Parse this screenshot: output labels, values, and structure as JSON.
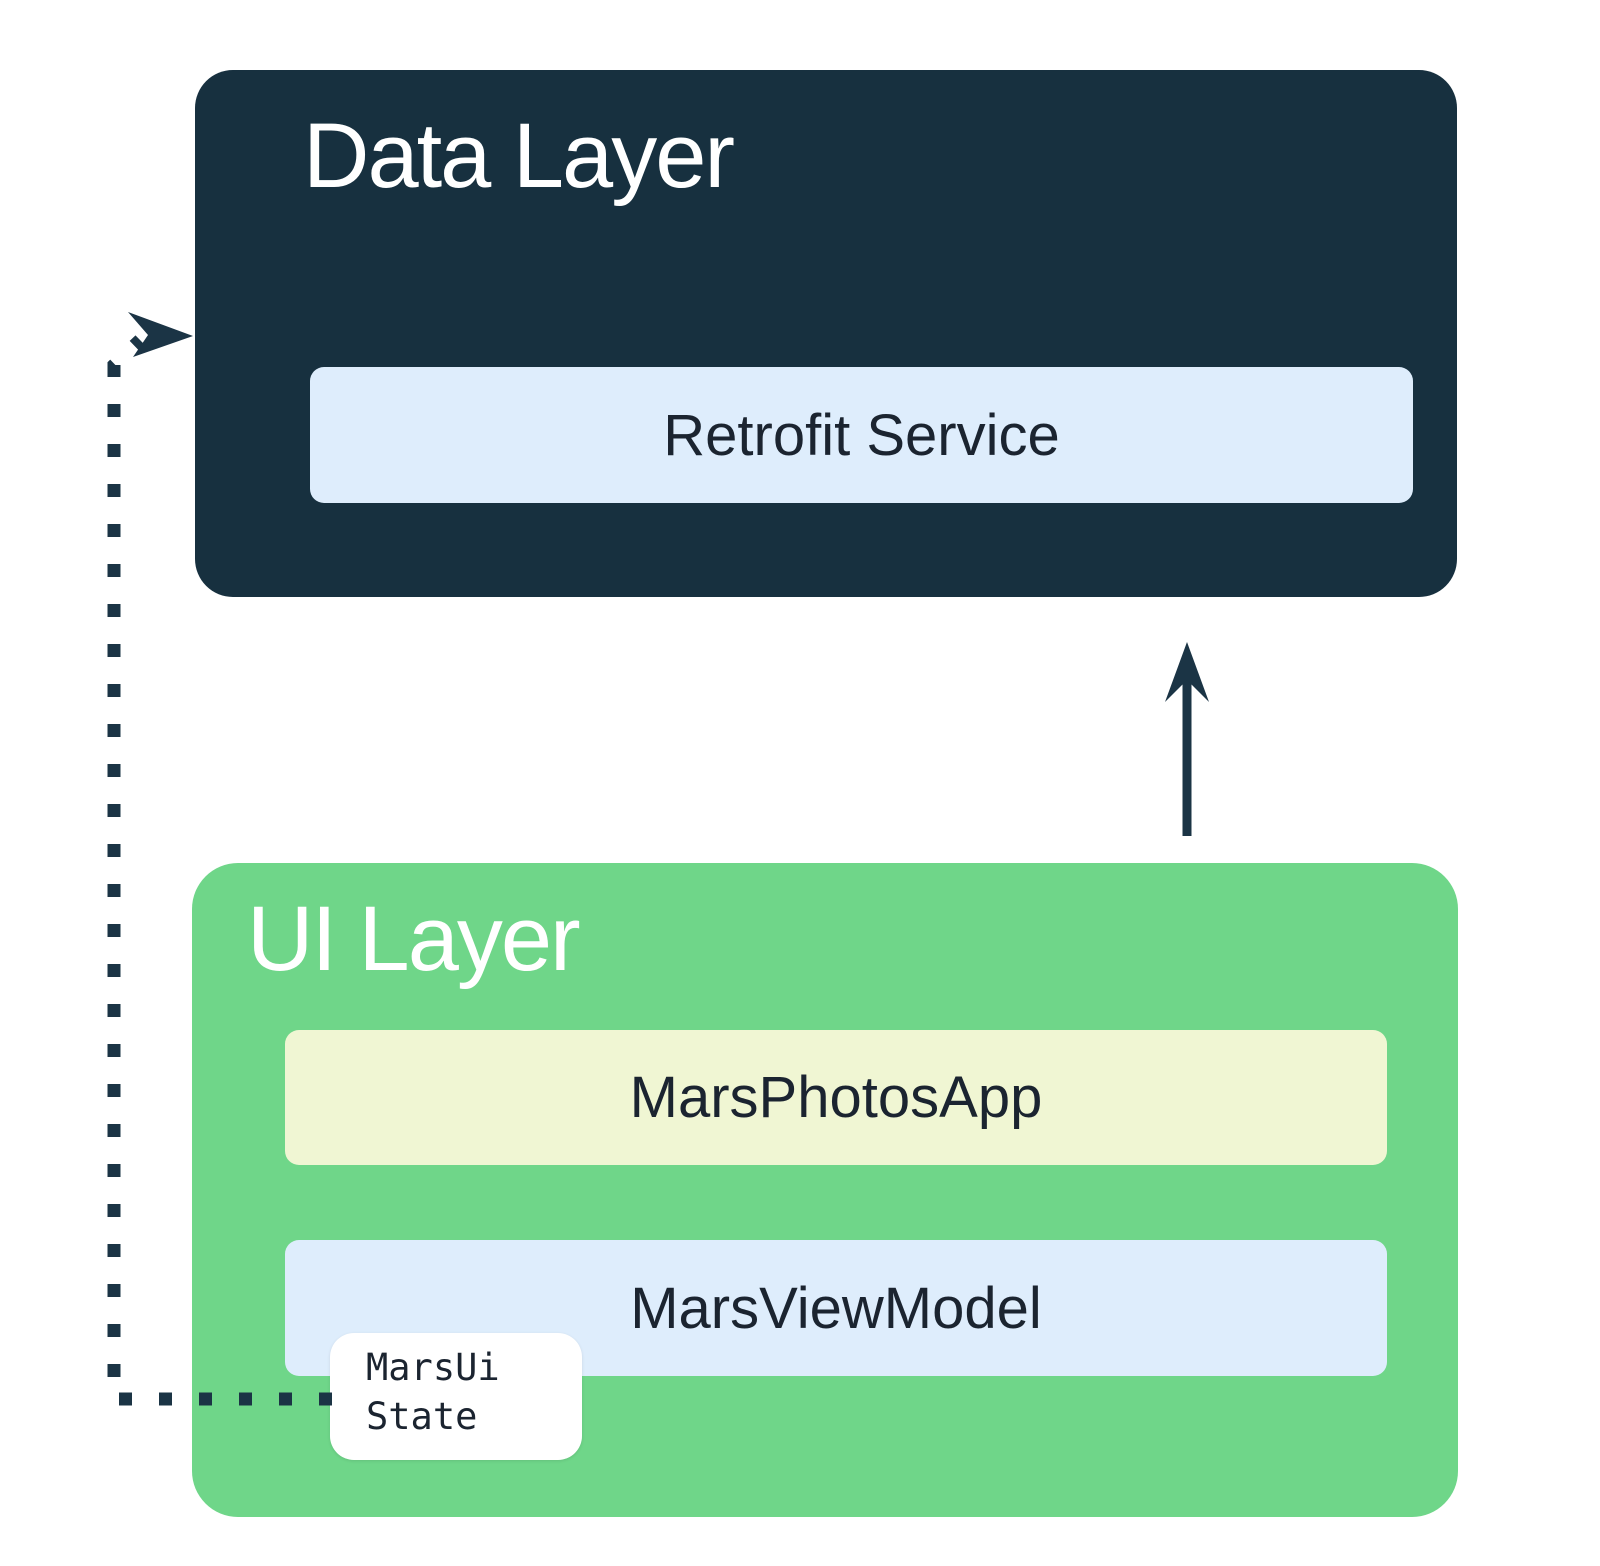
{
  "colors": {
    "page-bg": "#ffffff",
    "dark-navy": "#17303F",
    "green": "#6FD689",
    "light-blue": "#DEEDFC",
    "light-yellow": "#F0F6D3",
    "white": "#ffffff",
    "arrow": "#1B3445",
    "title-text": "#ffffff",
    "label-text": "#1b2430"
  },
  "layers": {
    "data": {
      "title": "Data Layer",
      "children": [
        {
          "label": "Retrofit Service"
        }
      ]
    },
    "ui": {
      "title": "UI Layer",
      "children": [
        {
          "label": "MarsPhotosApp"
        },
        {
          "label": "MarsViewModel"
        }
      ],
      "state_box": {
        "line1": "MarsUi",
        "line2": "State"
      }
    }
  },
  "connections": [
    {
      "from": "UI Layer",
      "to": "Data Layer",
      "style": "solid-arrow-up"
    },
    {
      "from": "MarsUiState",
      "to": "Data Layer",
      "style": "dotted-arrow"
    }
  ]
}
